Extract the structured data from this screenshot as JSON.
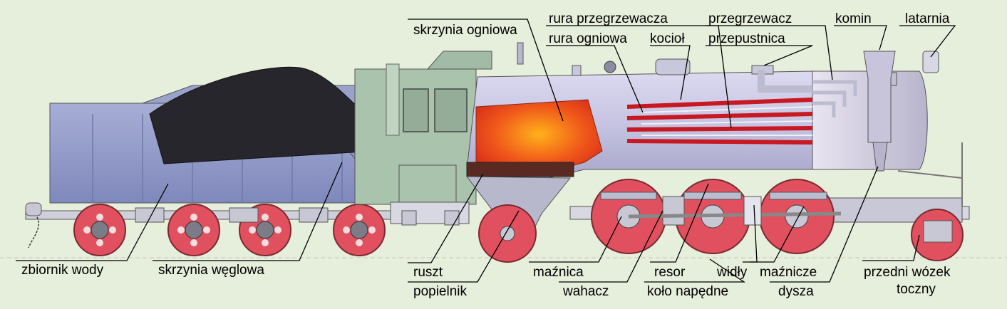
{
  "labels": {
    "zbiornik_wody": "zbiornik wody",
    "skrzynia_weglowa": "skrzynia węglowa",
    "skrzynia_ogniowa": "skrzynia ogniowa",
    "ruszt": "ruszt",
    "popielnik": "popielnik",
    "rura_przegrzewacza": "rura przegrzewacza",
    "rura_ogniowa": "rura ogniowa",
    "kociol": "kocioł",
    "przegrzewacz": "przegrzewacz",
    "przepustnica": "przepustnica",
    "komin": "komin",
    "latarnia": "latarnia",
    "maznica": "maźnica",
    "wahacz": "wahacz",
    "resor": "resor",
    "kolo_napedne": "koło napędne",
    "widly": "widły",
    "maznicze": "maźnicze",
    "dysza": "dysza",
    "przedni_wozek": "przedni wózek",
    "toczny": "toczny"
  },
  "colors": {
    "background": "#e6eedc",
    "tender_body": "#8f98c8",
    "cab": "#a9c3ad",
    "boiler": "#c6c4e0",
    "firebox": "#f05a1a",
    "wheel": "#e0505e",
    "coal": "#26262c",
    "frame": "#d8d8e2"
  }
}
